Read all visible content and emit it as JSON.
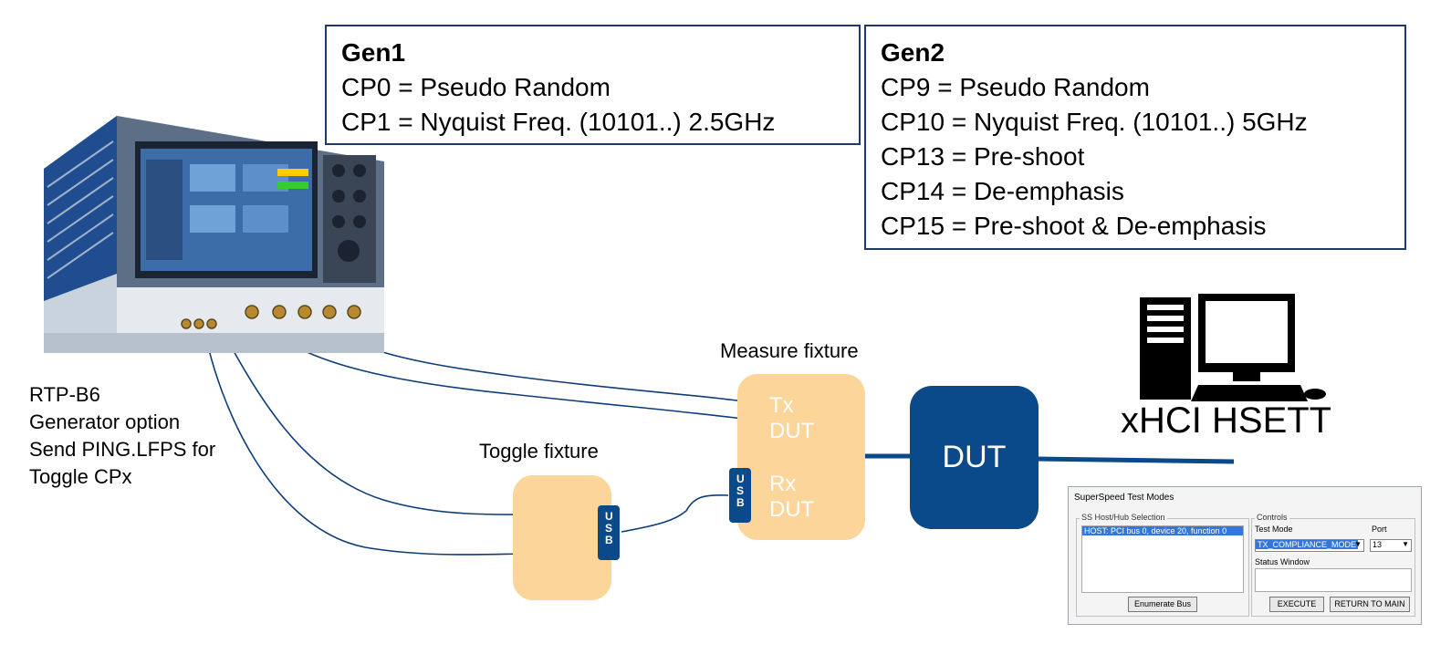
{
  "gen1": {
    "title": "Gen1",
    "lines": [
      "CP0 = Pseudo Random",
      "CP1 = Nyquist Freq. (10101..) 2.5GHz"
    ]
  },
  "gen2": {
    "title": "Gen2",
    "lines": [
      "CP9 = Pseudo Random",
      "CP10 = Nyquist Freq. (10101..) 5GHz",
      "CP13 = Pre-shoot",
      "CP14 = De-emphasis",
      "CP15 = Pre-shoot & De-emphasis"
    ]
  },
  "scope_label": [
    "RTP-B6",
    "Generator option",
    "Send PING.LFPS for",
    "Toggle CPx"
  ],
  "measure_fixture": {
    "title": "Measure fixture",
    "tx": [
      "Tx",
      "DUT"
    ],
    "rx": [
      "Rx",
      "DUT"
    ]
  },
  "toggle_fixture": {
    "title": "Toggle fixture"
  },
  "usb_label": "USB",
  "dut_label": "DUT",
  "host_label": "xHCI HSETT",
  "hsett": {
    "title": "SuperSpeed Test Modes",
    "selection_group": "SS Host/Hub Selection",
    "selected_host": "HOST: PCI bus 0, device 20, function 0",
    "enumerate_button": "Enumerate Bus",
    "controls_group": "Controls",
    "test_mode_label": "Test Mode",
    "test_mode_value": "TX_COMPLIANCE_MODE",
    "port_label": "Port",
    "port_value": "13",
    "status_label": "Status Window",
    "execute_button": "EXECUTE",
    "return_button": "RETURN TO MAIN"
  },
  "colors": {
    "navy": "#0b4a8a",
    "fixture": "#fcd59a",
    "box_border": "#1f3a6b",
    "cable": "#0d3d7a"
  }
}
